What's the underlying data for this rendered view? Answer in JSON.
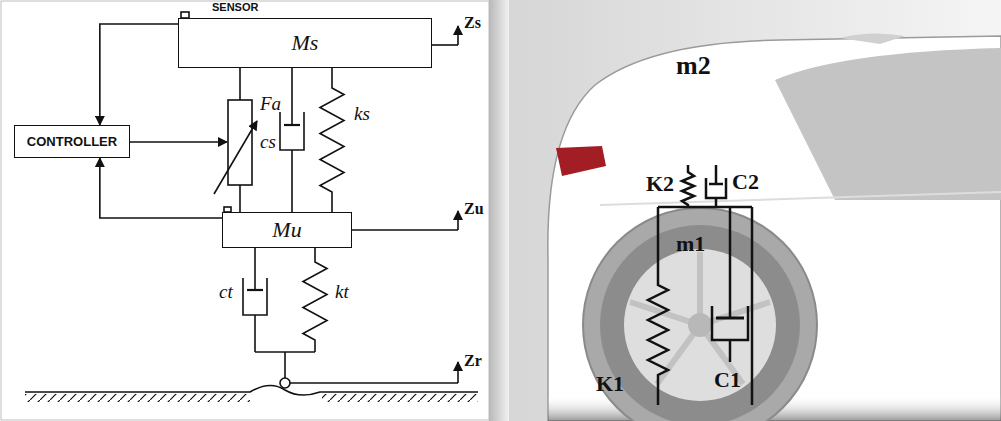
{
  "diagram": {
    "nodes": [
      {
        "text": [
          "Ms"
        ]
      },
      {
        "text": [
          "CONTROLLER"
        ]
      },
      {
        "text": [
          "Mu"
        ]
      }
    ],
    "edges": [
      {
        "from": 0,
        "to": 1,
        "arrow": "to"
      },
      {
        "from": 2,
        "to": 1,
        "arrow": "to"
      }
    ],
    "labels": [
      "SENSOR",
      "Fa",
      "cs",
      "ks",
      "Zs",
      "Zu",
      "ct",
      "kt",
      "Zr",
      "m2",
      "K2",
      "C2",
      "m1",
      "K1",
      "C1"
    ]
  }
}
